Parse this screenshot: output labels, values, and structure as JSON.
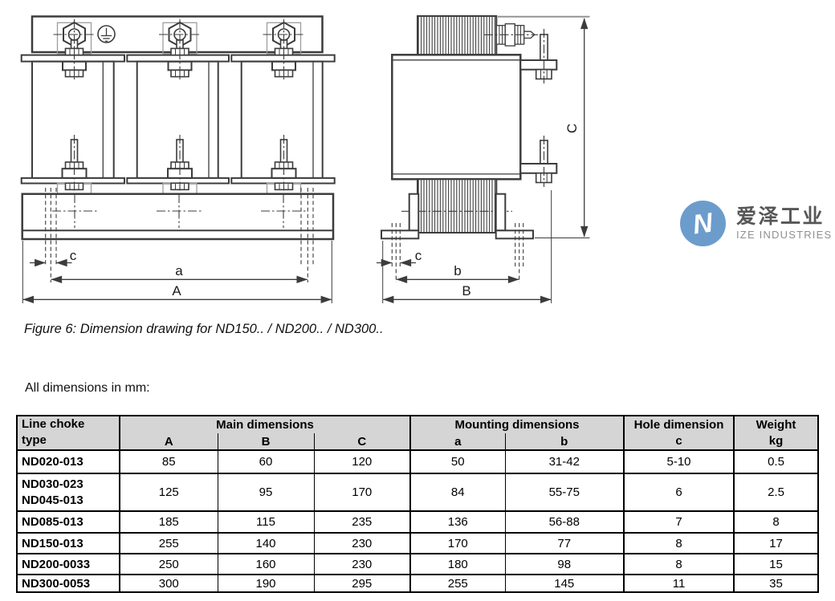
{
  "figure": {
    "caption": "Figure 6: Dimension drawing for ND150.. / ND200.. / ND300..",
    "front_view_labels": {
      "c": "c",
      "a": "a",
      "A": "A"
    },
    "side_view_labels": {
      "c": "c",
      "b": "b",
      "B": "B",
      "C": "C"
    }
  },
  "logo": {
    "mark_letter": "N",
    "name_cn": "爱泽工业",
    "name_en": "IZE INDUSTRIES",
    "brand_color": "#6C9CCB"
  },
  "note": "All dimensions in mm:",
  "table": {
    "headers": {
      "type_line1": "Line choke",
      "type_line2": "type",
      "main_group": "Main dimensions",
      "main_cols": [
        "A",
        "B",
        "C"
      ],
      "mounting_group": "Mounting dimensions",
      "mounting_cols": [
        "a",
        "b"
      ],
      "hole_group": "Hole dimension",
      "hole_col": "c",
      "weight_group": "Weight",
      "weight_col": "kg"
    },
    "rows": [
      {
        "type1": "ND020-013",
        "A": "85",
        "B": "60",
        "C": "120",
        "a": "50",
        "b": "31-42",
        "c": "5-10",
        "kg": "0.5"
      },
      {
        "type1": "ND030-023",
        "type2": "ND045-013",
        "A": "125",
        "B": "95",
        "C": "170",
        "a": "84",
        "b": "55-75",
        "c": "6",
        "kg": "2.5"
      },
      {
        "type1": "ND085-013",
        "A": "185",
        "B": "115",
        "C": "235",
        "a": "136",
        "b": "56-88",
        "c": "7",
        "kg": "8"
      },
      {
        "type1": "ND150-013",
        "A": "255",
        "B": "140",
        "C": "230",
        "a": "170",
        "b": "77",
        "c": "8",
        "kg": "17"
      },
      {
        "type1": "ND200-0033",
        "A": "250",
        "B": "160",
        "C": "230",
        "a": "180",
        "b": "98",
        "c": "8",
        "kg": "15"
      },
      {
        "type1": "ND300-0053",
        "A": "300",
        "B": "190",
        "C": "295",
        "a": "255",
        "b": "145",
        "c": "11",
        "kg": "35"
      }
    ]
  }
}
